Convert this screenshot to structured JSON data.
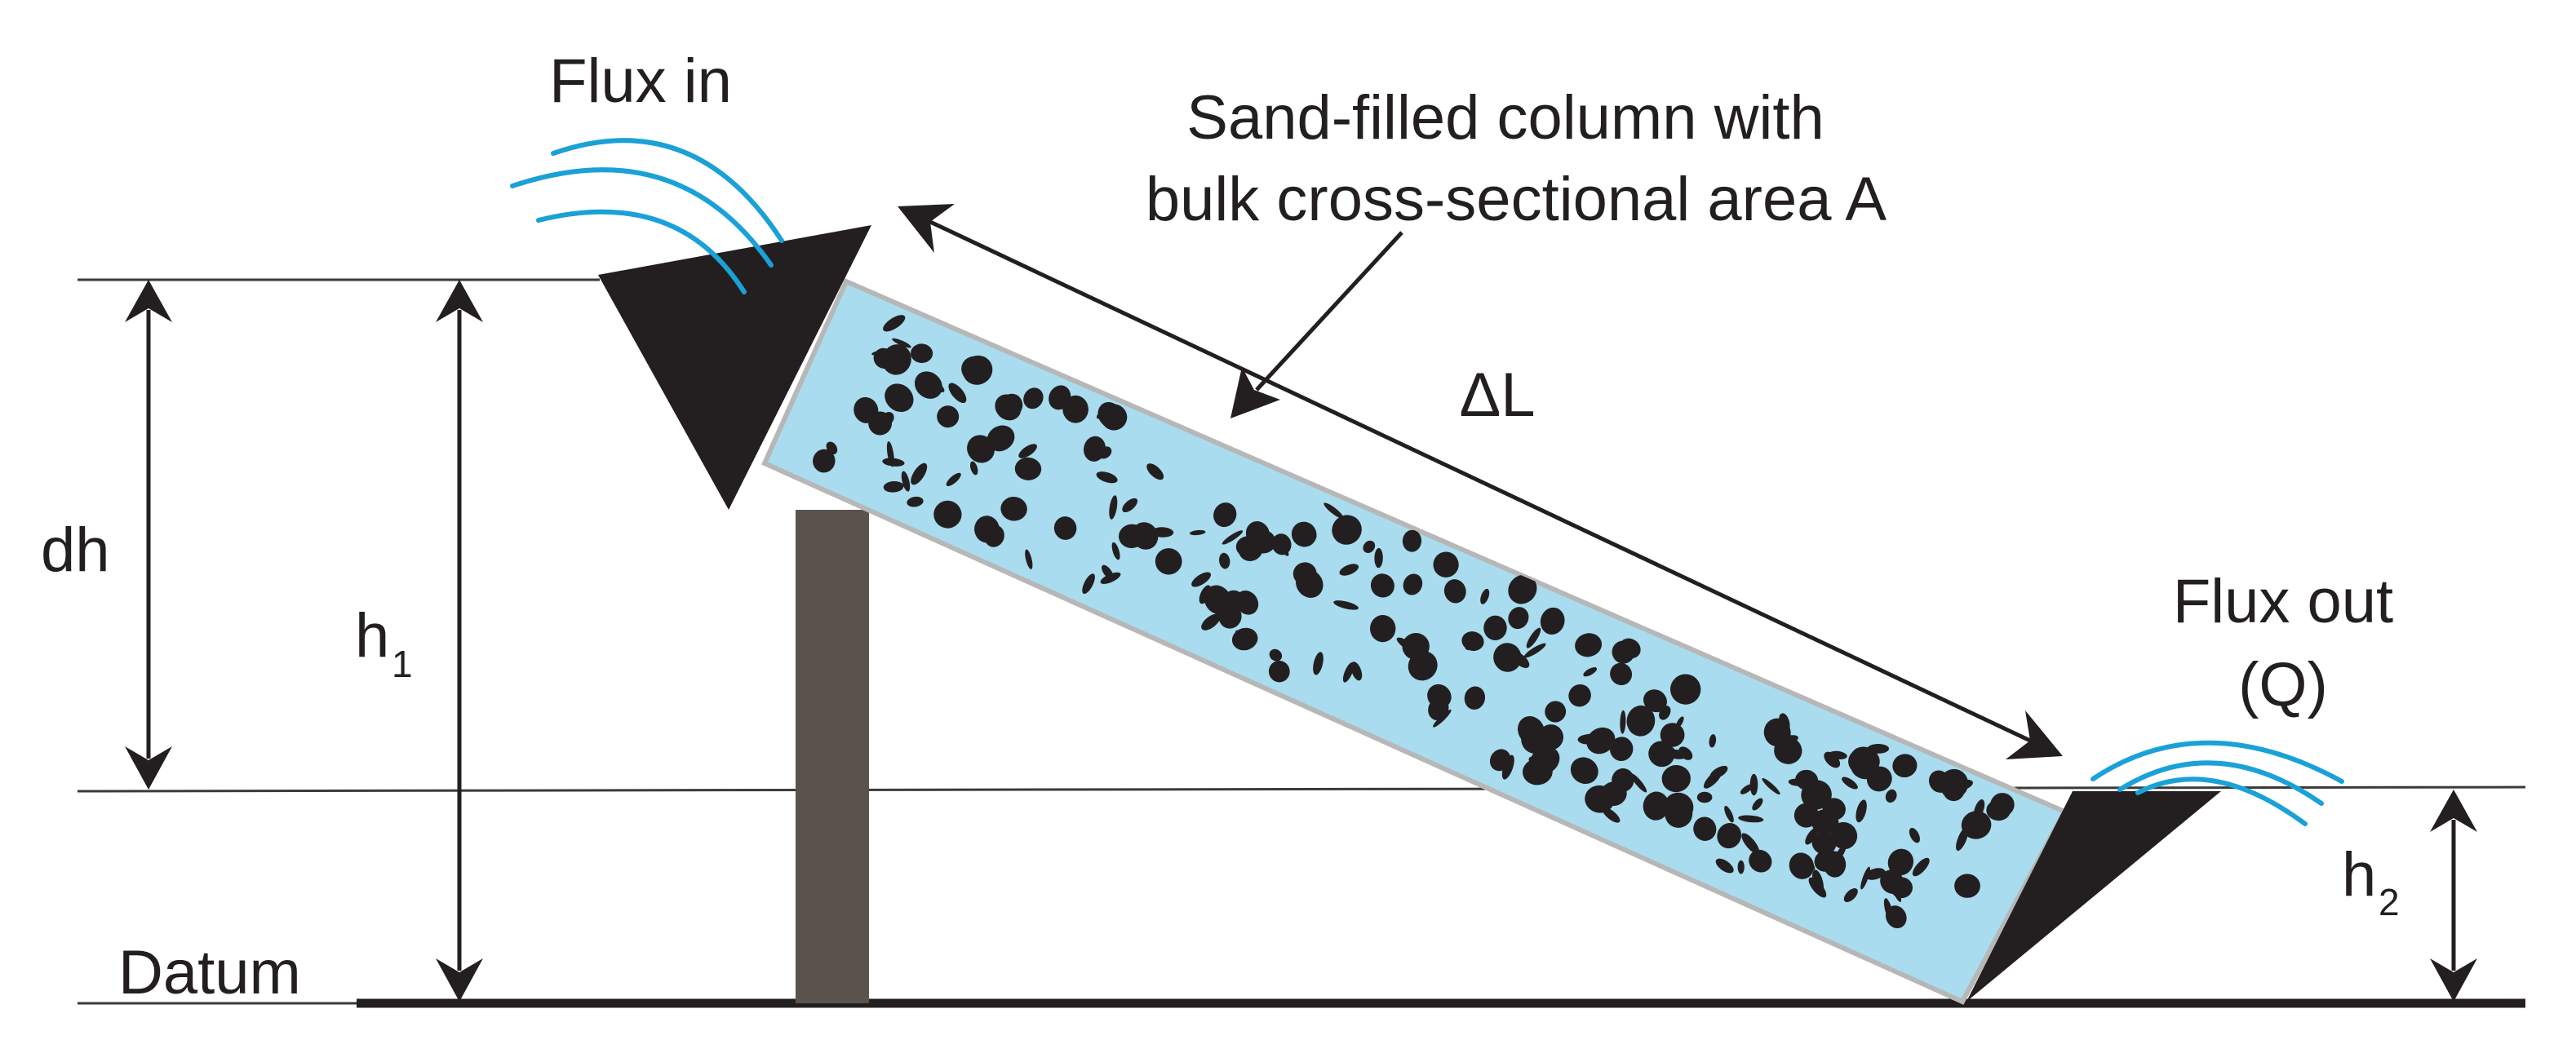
{
  "labels": {
    "flux_in": "Flux in",
    "column_line1": "Sand-filled column with",
    "column_line2": "bulk cross-sectional area A",
    "delta_l": "ΔL",
    "flux_out": "Flux out",
    "flux_out_q": "(Q)",
    "dh": "dh",
    "h1_base": "h",
    "h1_sub": "1",
    "h2_base": "h",
    "h2_sub": "2",
    "datum": "Datum"
  },
  "colors": {
    "ink": "#231f20",
    "water": "#a8dcee",
    "column_edge": "#b7b7b7",
    "flux_waves": "#1aa1d7",
    "support_post": "#5a534d"
  }
}
